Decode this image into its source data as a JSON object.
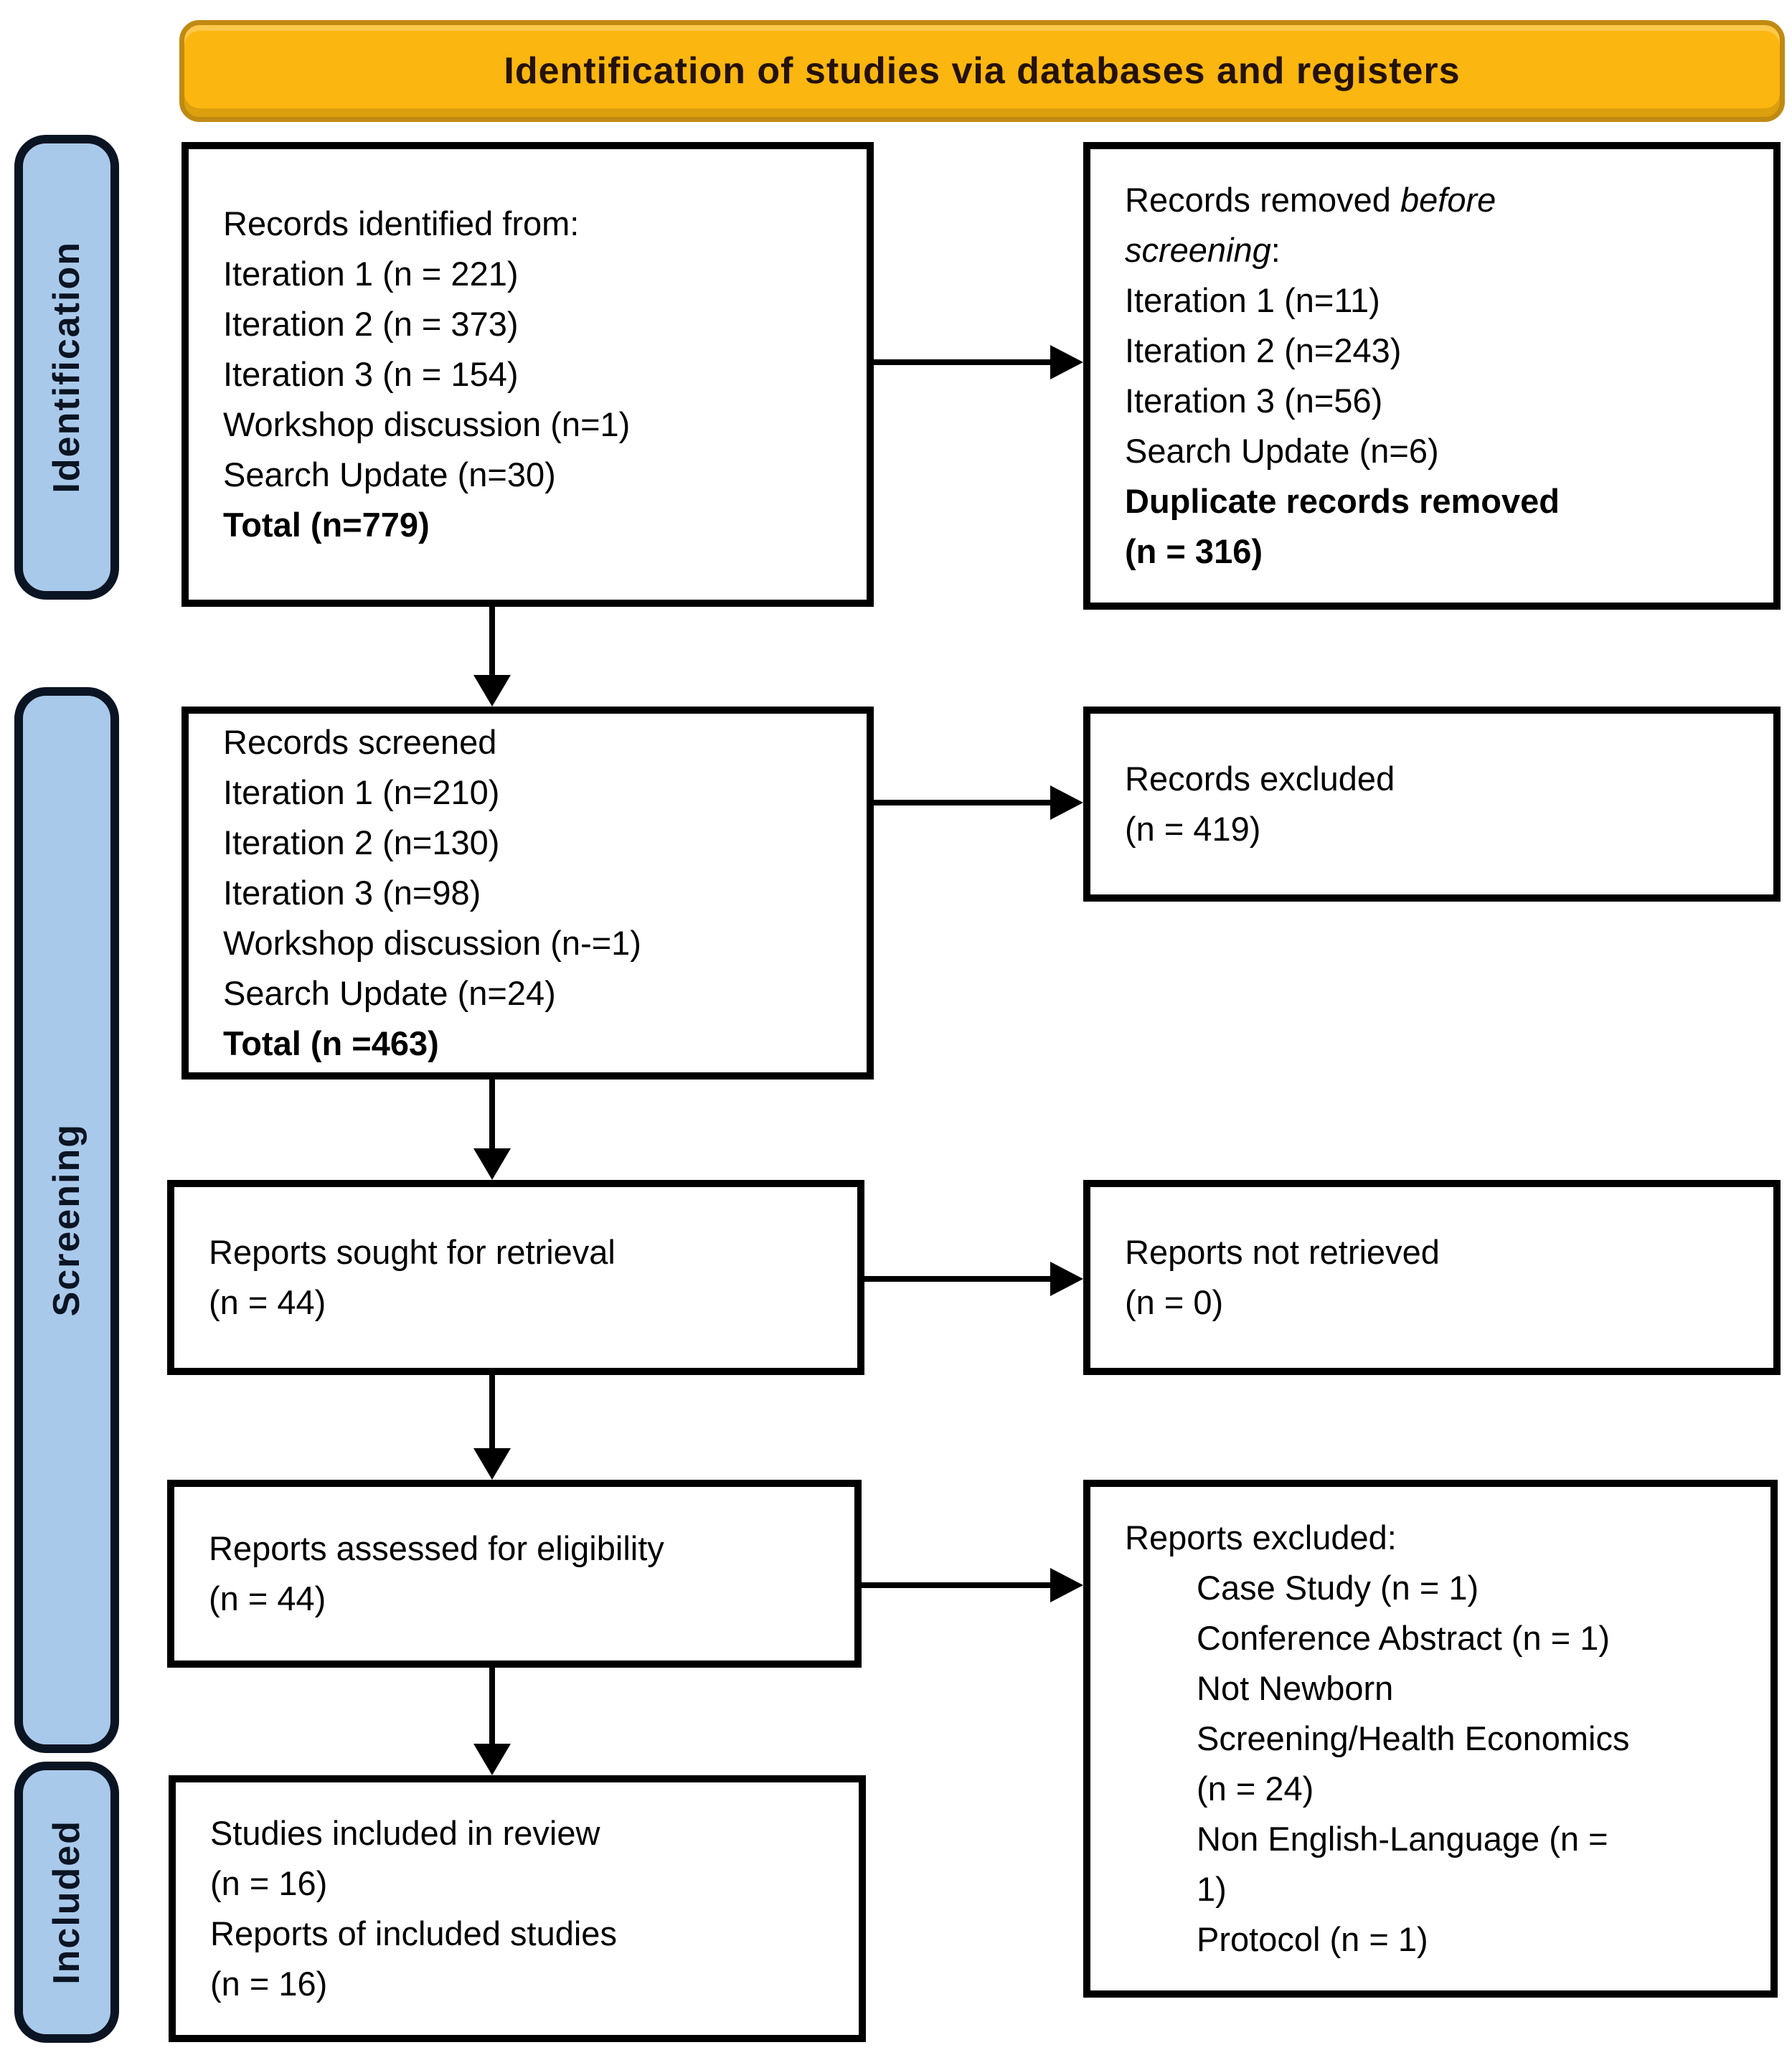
{
  "title": "Identification of studies via databases and registers",
  "stages": {
    "identification": "Identification",
    "screening": "Screening",
    "included": "Included"
  },
  "boxes": {
    "records_identified": {
      "lines": [
        "Records identified from:",
        "Iteration 1 (n = 221)",
        "Iteration 2 (n = 373)",
        "Iteration 3 (n = 154)",
        "Workshop discussion (n=1)",
        "Search Update (n=30)",
        "Total (n=779)"
      ]
    },
    "records_removed": {
      "line1_prefix": "Records removed ",
      "line1_italic": "before",
      "line2_italic": "screening",
      "line2_suffix": ":",
      "lines": [
        "Iteration 1 (n=11)",
        "Iteration 2 (n=243)",
        "Iteration 3 (n=56)",
        "Search Update (n=6)"
      ],
      "bold_lines": [
        "Duplicate records removed",
        "(n = 316)"
      ]
    },
    "records_screened": {
      "lines": [
        "Records screened",
        "Iteration 1 (n=210)",
        "Iteration 2 (n=130)",
        "Iteration 3 (n=98)",
        "Workshop discussion (n-=1)",
        "Search Update (n=24)",
        "Total (n =463)"
      ]
    },
    "records_excluded": {
      "lines": [
        "Records excluded",
        "(n = 419)"
      ]
    },
    "reports_sought": {
      "lines": [
        "Reports sought for retrieval",
        "(n = 44)"
      ]
    },
    "reports_not_retrieved": {
      "lines": [
        "Reports not retrieved",
        "(n = 0)"
      ]
    },
    "reports_assessed": {
      "lines": [
        "Reports assessed for eligibility",
        "(n = 44)"
      ]
    },
    "reports_excluded": {
      "heading": "Reports excluded:",
      "items": [
        "Case Study (n = 1)",
        "Conference Abstract (n = 1)",
        "Not Newborn",
        "Screening/Health Economics",
        "(n = 24)",
        "Non English-Language (n =",
        "1)",
        "Protocol (n = 1)"
      ]
    },
    "studies_included": {
      "lines": [
        "Studies included in review",
        "(n = 16)",
        "Reports of included studies",
        "(n = 16)"
      ]
    }
  },
  "colors": {
    "page_bg": "#FFFFFF",
    "header_bg": "#FBB60F",
    "header_border": "#C08A12",
    "header_text": "#241206",
    "stage_bg": "#A9C9EB",
    "stage_border": "#0B1422",
    "box_border": "#000000",
    "text": "#000000",
    "arrow": "#000000"
  }
}
